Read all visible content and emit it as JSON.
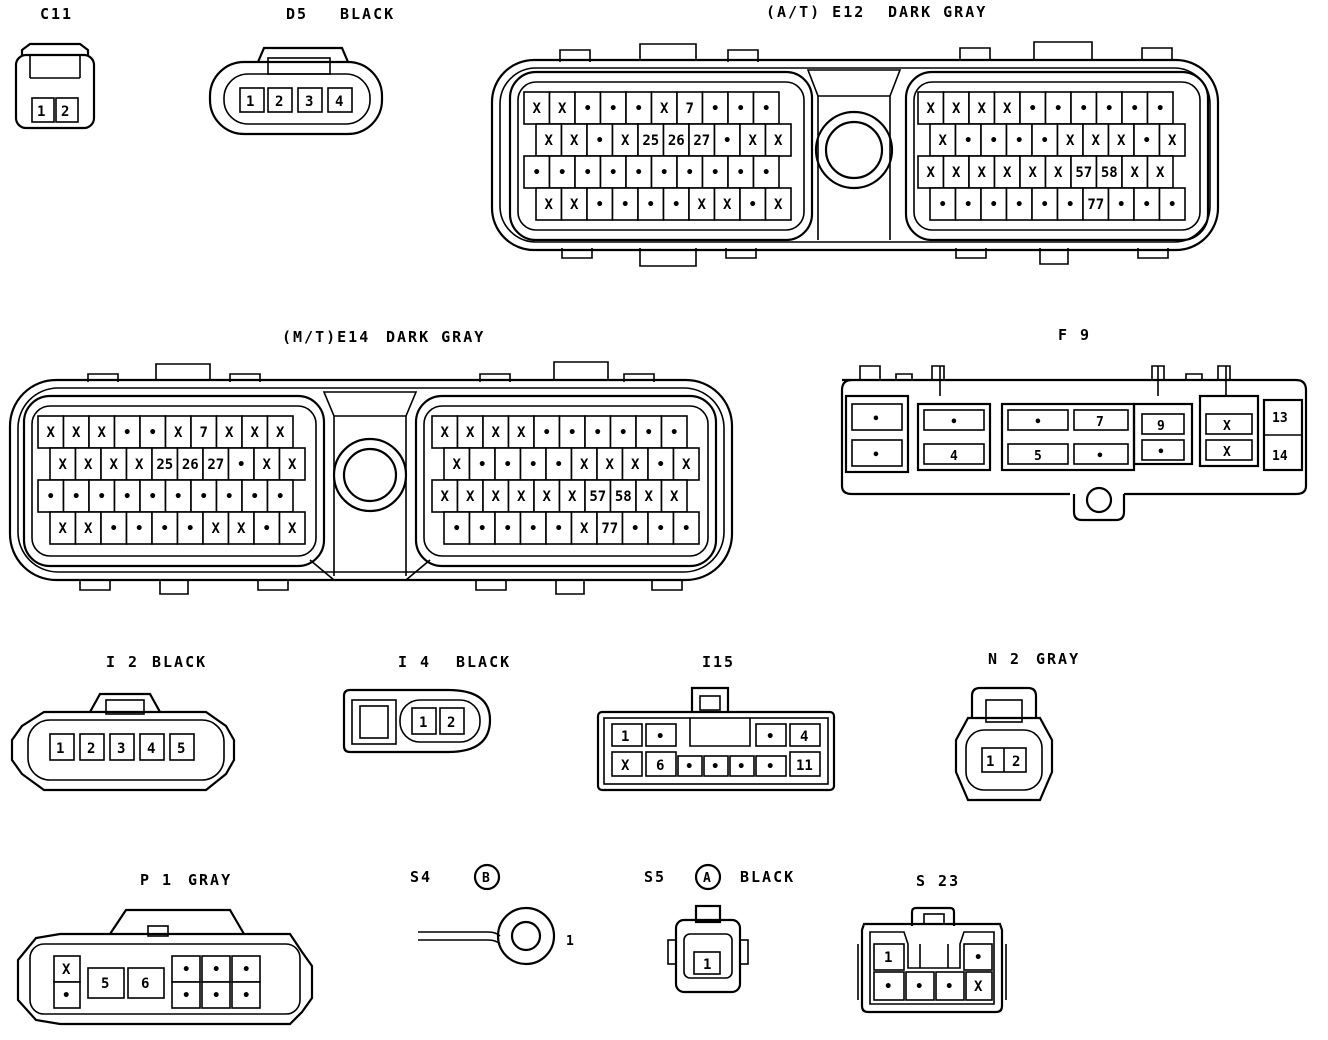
{
  "connectors": {
    "c11": {
      "label": "C11",
      "pins": [
        "1",
        "2"
      ]
    },
    "d5": {
      "label": "D5",
      "color": "BLACK",
      "pins": [
        "1",
        "2",
        "3",
        "4"
      ]
    },
    "e12": {
      "label": "(A/T)  E12",
      "color": "DARK GRAY",
      "left_rows": [
        [
          "X",
          "X",
          "•",
          "•",
          "•",
          "X",
          "7",
          "•",
          "•",
          "•"
        ],
        [
          "X",
          "X",
          "•",
          "X",
          "25",
          "26",
          "27",
          "•",
          "X",
          "X"
        ],
        [
          "•",
          "•",
          "•",
          "•",
          "•",
          "•",
          "•",
          "•",
          "•",
          "•"
        ],
        [
          "X",
          "X",
          "•",
          "•",
          "•",
          "•",
          "X",
          "X",
          "•",
          "X"
        ]
      ],
      "right_rows": [
        [
          "X",
          "X",
          "X",
          "X",
          "•",
          "•",
          "•",
          "•",
          "•",
          "•"
        ],
        [
          "X",
          "•",
          "•",
          "•",
          "•",
          "X",
          "X",
          "X",
          "•",
          "X"
        ],
        [
          "X",
          "X",
          "X",
          "X",
          "X",
          "X",
          "57",
          "58",
          "X",
          "X"
        ],
        [
          "•",
          "•",
          "•",
          "•",
          "•",
          "•",
          "77",
          "•",
          "•",
          "•"
        ]
      ]
    },
    "e14": {
      "label": "(M/T)E14",
      "color": "DARK GRAY",
      "left_rows": [
        [
          "X",
          "X",
          "X",
          "•",
          "•",
          "X",
          "7",
          "X",
          "X",
          "X"
        ],
        [
          "X",
          "X",
          "X",
          "X",
          "25",
          "26",
          "27",
          "•",
          "X",
          "X"
        ],
        [
          "•",
          "•",
          "•",
          "•",
          "•",
          "•",
          "•",
          "•",
          "•",
          "•"
        ],
        [
          "X",
          "X",
          "•",
          "•",
          "•",
          "•",
          "X",
          "X",
          "•",
          "X"
        ]
      ],
      "right_rows": [
        [
          "X",
          "X",
          "X",
          "X",
          "•",
          "•",
          "•",
          "•",
          "•",
          "•"
        ],
        [
          "X",
          "•",
          "•",
          "•",
          "•",
          "X",
          "X",
          "X",
          "•",
          "X"
        ],
        [
          "X",
          "X",
          "X",
          "X",
          "X",
          "X",
          "57",
          "58",
          "X",
          "X"
        ],
        [
          "•",
          "•",
          "•",
          "•",
          "•",
          "X",
          "77",
          "•",
          "•",
          "•"
        ]
      ]
    },
    "f9": {
      "label": "F 9",
      "pins": [
        "•",
        "•",
        "•",
        "4",
        "•",
        "5",
        "7",
        "•",
        "9",
        "•",
        "X",
        "X",
        "13",
        "14"
      ]
    },
    "i2": {
      "label": "I 2",
      "color": "BLACK",
      "pins": [
        "1",
        "2",
        "3",
        "4",
        "5"
      ]
    },
    "i4": {
      "label": "I 4",
      "color": "BLACK",
      "pins": [
        "1",
        "2"
      ]
    },
    "i15": {
      "label": "I15",
      "top_pins": [
        "1",
        "•",
        "•",
        "4"
      ],
      "bottom_pins": [
        "X",
        "6",
        "•",
        "•",
        "•",
        "•",
        "11"
      ]
    },
    "n2": {
      "label": "N 2",
      "color": "GRAY",
      "pins": [
        "1",
        "2"
      ]
    },
    "p1": {
      "label": "P 1",
      "color": "GRAY",
      "pins": [
        "X",
        "•",
        "5",
        "6",
        "•",
        "•",
        "•",
        "•",
        "•",
        "•"
      ]
    },
    "s4": {
      "label": "S4",
      "badge": "B",
      "pin": "1"
    },
    "s5": {
      "label": "S5",
      "badge": "A",
      "color": "BLACK",
      "pin": "1"
    },
    "s23": {
      "label": "S 23",
      "pins": [
        "1",
        "•",
        "•",
        "•",
        "•",
        "X"
      ]
    }
  }
}
